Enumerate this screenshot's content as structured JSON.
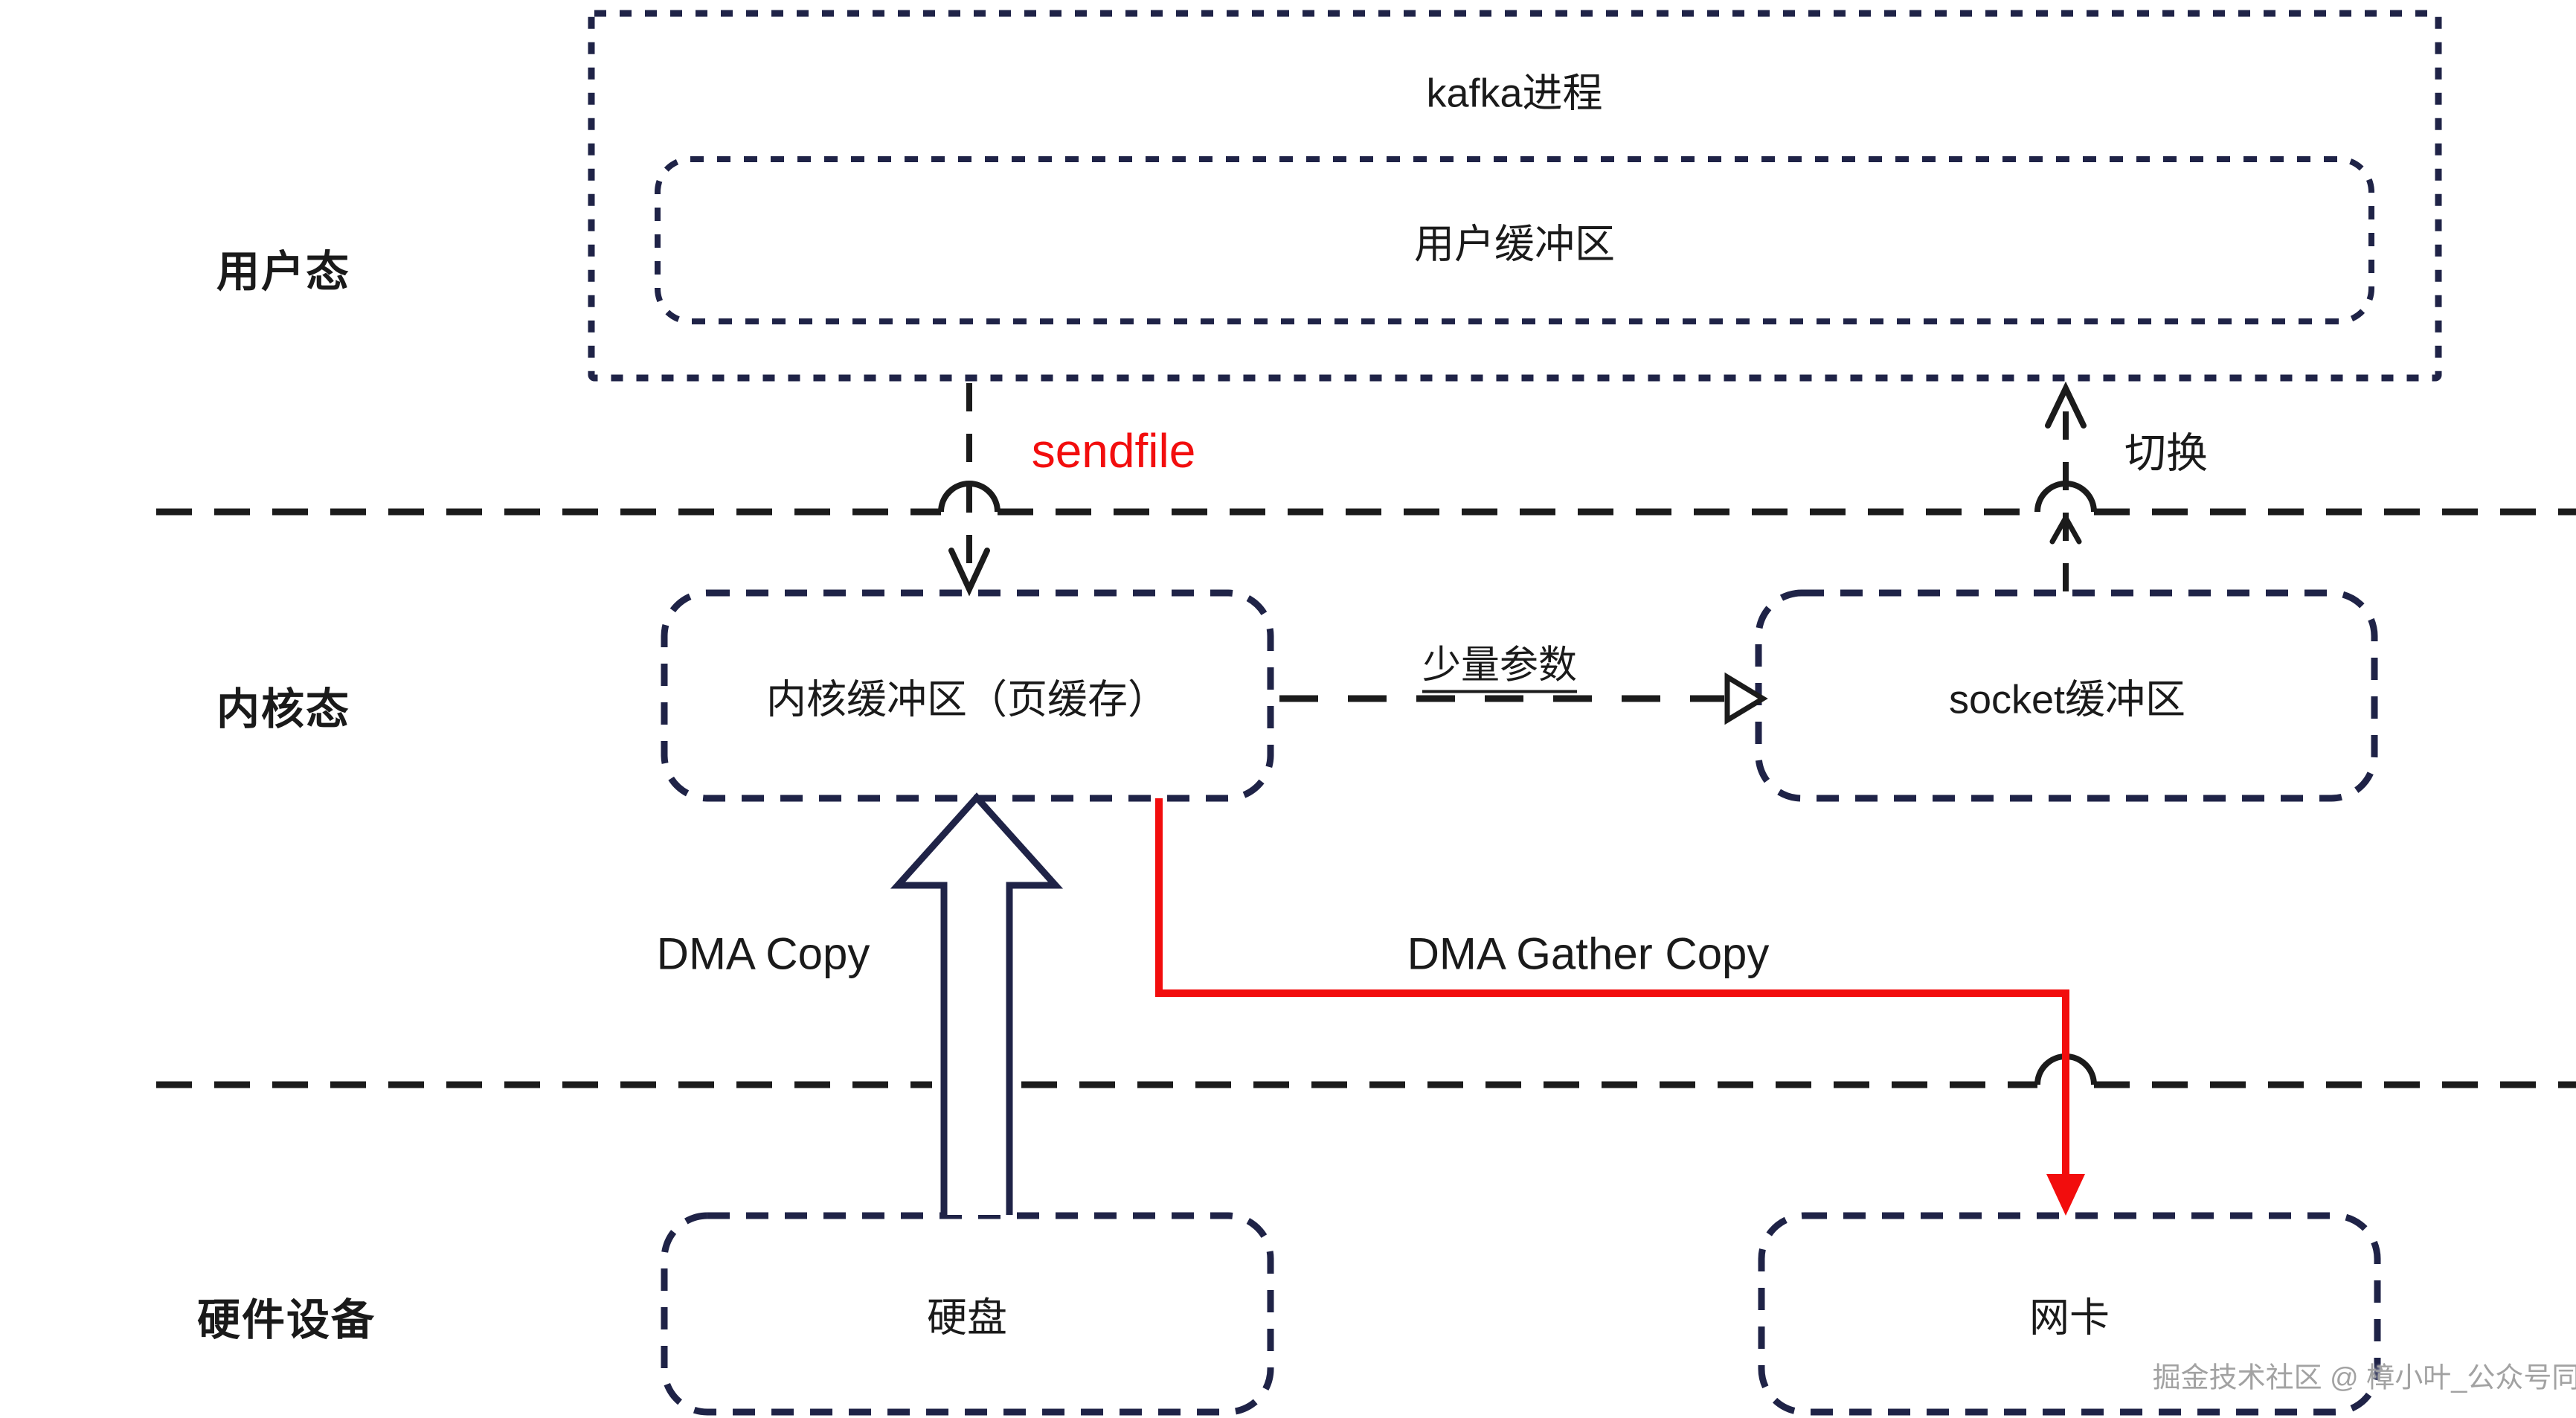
{
  "diagram": {
    "process_title": "kafka进程",
    "layers": {
      "user_mode": "用户态",
      "kernel_mode": "内核态",
      "hardware": "硬件设备"
    },
    "boxes": {
      "user_buffer": "用户缓冲区",
      "kernel_buffer": "内核缓冲区（页缓存）",
      "socket_buffer": "socket缓冲区",
      "disk": "硬盘",
      "nic": "网卡"
    },
    "labels": {
      "sendfile": "sendfile",
      "switch": "切换",
      "few_params": "少量参数",
      "dma_copy": "DMA Copy",
      "dma_gather_copy": "DMA Gather Copy"
    },
    "watermark": "掘金技术社区 @ 樟小叶_公众号同名",
    "colors": {
      "box_border": "#1f2347",
      "boundary_line": "#1b1b1b",
      "highlight_red": "#f20d0d",
      "text": "#1a1a1a",
      "watermark_gray": "#a2a2a2"
    }
  }
}
